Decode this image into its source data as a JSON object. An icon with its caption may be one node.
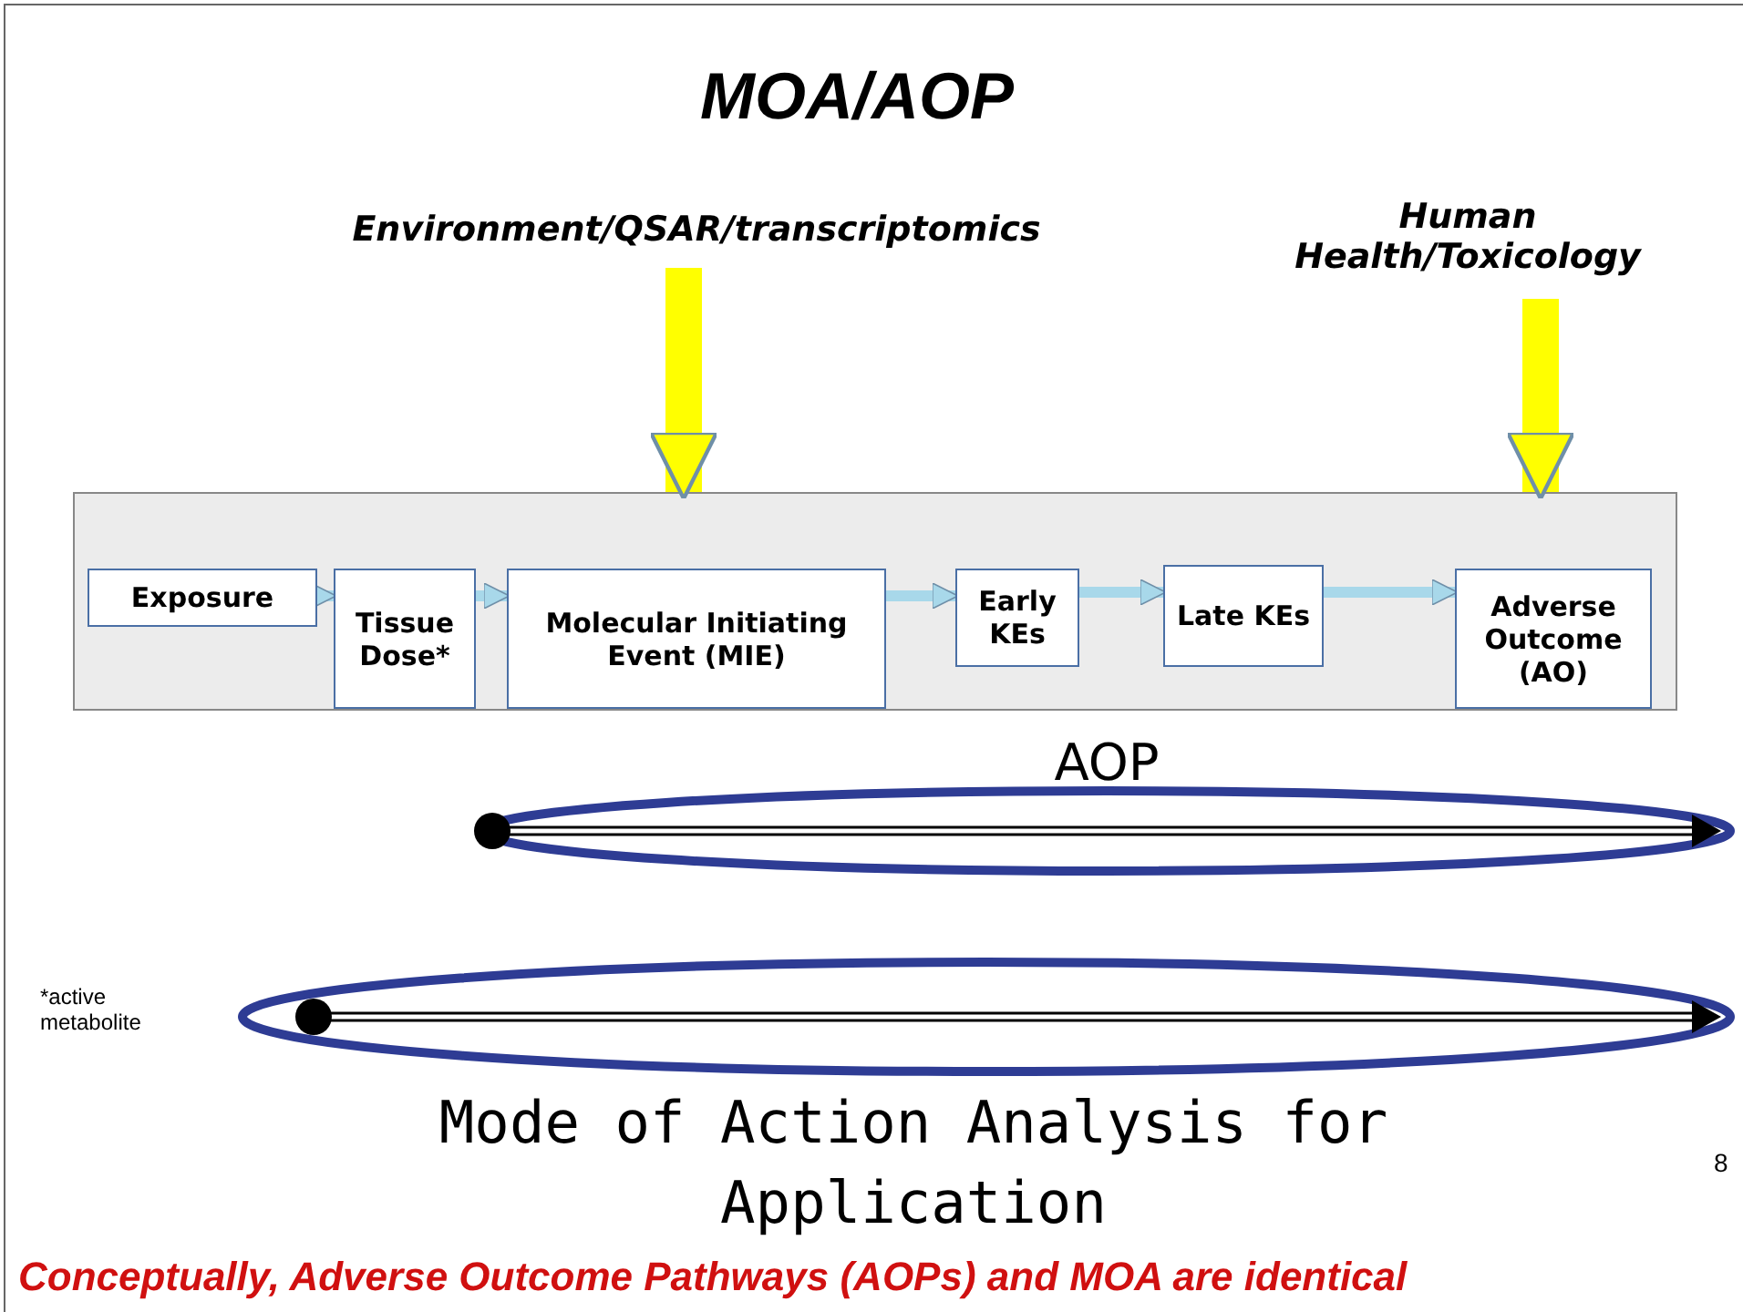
{
  "diagram": {
    "title": "MOA/AOP",
    "caption": "Conceptually, Adverse Outcome Pathways (AOPs) and MOA are identical",
    "nodes": [
      {
        "text": [
          "Environment/QSAR/transcriptomics"
        ]
      },
      {
        "text": [
          "Human Health/Toxicology"
        ]
      },
      {
        "text": [],
        "shape": "box"
      },
      {
        "text": [
          "Exposure"
        ],
        "in": 2
      },
      {
        "text": [
          "Tissue Dose*"
        ],
        "in": 2
      },
      {
        "text": [
          "Molecular Initiating Event (MIE)"
        ],
        "in": 2
      },
      {
        "text": [
          "Early KEs"
        ],
        "in": 2
      },
      {
        "text": [
          "Late KEs"
        ],
        "in": 2
      },
      {
        "text": [
          "Adverse Outcome (AO)"
        ],
        "in": 2
      },
      {
        "text": [
          "AOP"
        ]
      },
      {
        "text": [
          "Mode of Action Analysis for Application"
        ]
      }
    ],
    "edges": [
      {
        "from": 0,
        "to": 2,
        "arrow": "to",
        "style": "thick",
        "color": "#ffff00"
      },
      {
        "from": 1,
        "to": 2,
        "arrow": "to",
        "style": "thick",
        "color": "#ffff00"
      },
      {
        "from": 3,
        "to": 4,
        "arrow": "to"
      },
      {
        "from": 4,
        "to": 5,
        "arrow": "to"
      },
      {
        "from": 5,
        "to": 6,
        "arrow": "to"
      },
      {
        "from": 6,
        "to": 7,
        "arrow": "to"
      },
      {
        "from": 7,
        "to": 8,
        "arrow": "to"
      }
    ],
    "labels": [
      "*active metabolite",
      "8"
    ]
  }
}
